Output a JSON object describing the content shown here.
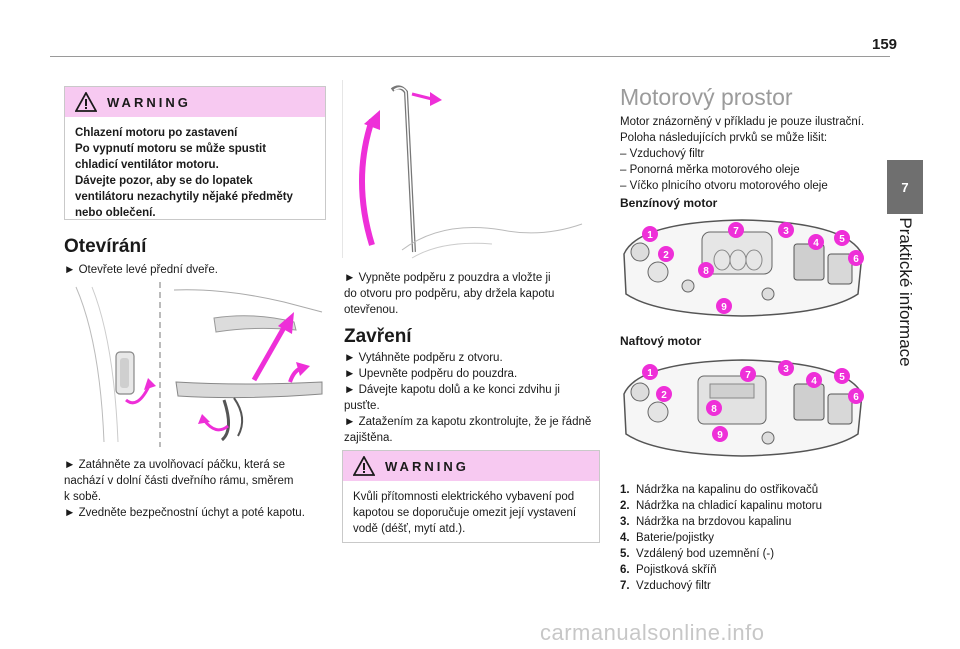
{
  "page": {
    "number": "159",
    "chapter_number": "7",
    "chapter_title": "Praktické informace"
  },
  "col1": {
    "warning": {
      "title": "WARNING",
      "lines": [
        "Chlazení motoru po zastavení",
        "Po vypnutí motoru se může spustit",
        "chladicí ventilátor motoru.",
        "Dávejte pozor, aby se do lopatek",
        "ventilátoru nezachytily nějaké předměty",
        "nebo oblečení."
      ]
    },
    "heading": "Otevírání",
    "step1": "► Otevřete levé přední dveře.",
    "steps_bottom": [
      "► Zatáhněte za uvolňovací páčku, která se",
      "nachází v dolní části dveřního rámu, směrem",
      "k sobě.",
      "► Zvedněte bezpečnostní úchyt a poté kapotu."
    ]
  },
  "col2": {
    "steps_top": [
      "► Vypněte podpěru z pouzdra a vložte ji",
      "do otvoru pro podpěru, aby držela kapotu",
      "otevřenou."
    ],
    "heading": "Zavření",
    "steps": [
      "► Vytáhněte podpěru z otvoru.",
      "► Upevněte podpěru do pouzdra.",
      "► Dávejte kapotu dolů a ke konci zdvihu ji",
      "pusťte.",
      "► Zatažením za kapotu zkontrolujte, že je řádně",
      "zajištěna."
    ],
    "warning": {
      "title": "WARNING",
      "lines": [
        "Kvůli přítomnosti elektrického vybavení pod",
        "kapotou se doporučuje omezit její vystavení",
        "vodě (déšť, mytí atd.)."
      ]
    }
  },
  "col3": {
    "title": "Motorový prostor",
    "intro": [
      "Motor znázorněný v příkladu je pouze ilustrační.",
      "Poloha následujících prvků se může lišit:",
      "– Vzduchový filtr",
      "– Ponorná měrka motorového oleje",
      "– Víčko plnicího otvoru motorového oleje"
    ],
    "petrol_label": "Benzínový motor",
    "diesel_label": "Naftový motor",
    "legend": [
      {
        "num": "1.",
        "text": "Nádržka na kapalinu do ostřikovačů"
      },
      {
        "num": "2.",
        "text": "Nádržka na chladicí kapalinu motoru"
      },
      {
        "num": "3.",
        "text": "Nádržka na brzdovou kapalinu"
      },
      {
        "num": "4.",
        "text": "Baterie/pojistky"
      },
      {
        "num": "5.",
        "text": "Vzdálený bod uzemnění (-)"
      },
      {
        "num": "6.",
        "text": "Pojistková skříň"
      },
      {
        "num": "7.",
        "text": "Vzduchový filtr"
      }
    ],
    "petrol_badges": [
      "1",
      "2",
      "7",
      "8",
      "3",
      "4",
      "5",
      "6",
      "9"
    ],
    "diesel_badges": [
      "1",
      "2",
      "7",
      "8",
      "3",
      "4",
      "5",
      "6",
      "9"
    ]
  },
  "watermark": "carmanualsonline.info",
  "colors": {
    "accent": "#ee2fd8",
    "warning_bg": "#f7c9f1",
    "tab_bg": "#6f6f6f",
    "title_gray": "#9b9b9b"
  }
}
